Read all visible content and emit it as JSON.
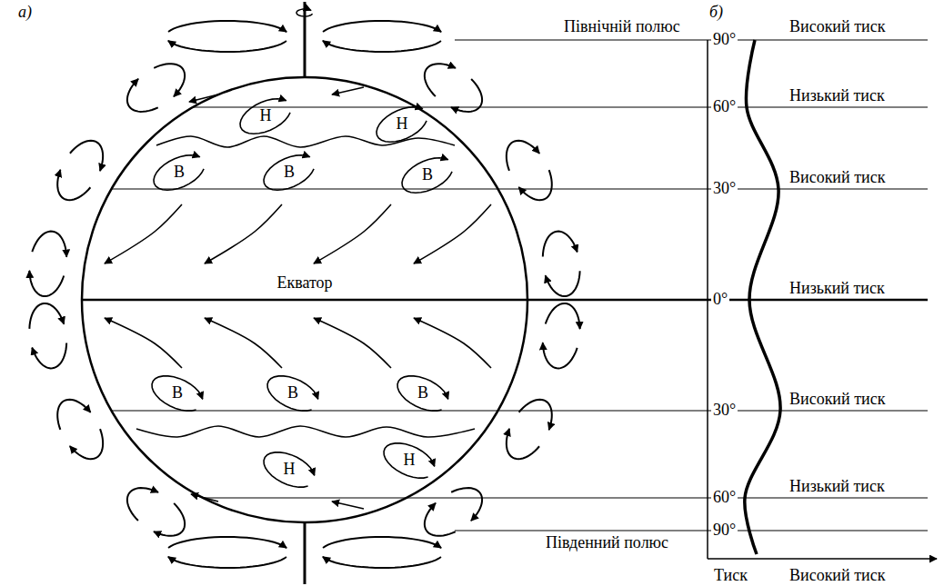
{
  "diagram": {
    "labels": [
      "а)",
      "б)",
      "Північній полюс",
      "90°",
      "Високий тиск",
      "Н",
      "Н",
      "60°",
      "Низький тиск",
      "В",
      "В",
      "В",
      "30°",
      "Високий тиск",
      "Екватор",
      "0°",
      "Низький тиск",
      "В",
      "В",
      "В",
      "30°",
      "Високий тиск",
      "Н",
      "Н",
      "60°",
      "Низький тиск",
      "90°",
      "Південний полюс",
      "Тиск",
      "Високий тиск"
    ]
  }
}
